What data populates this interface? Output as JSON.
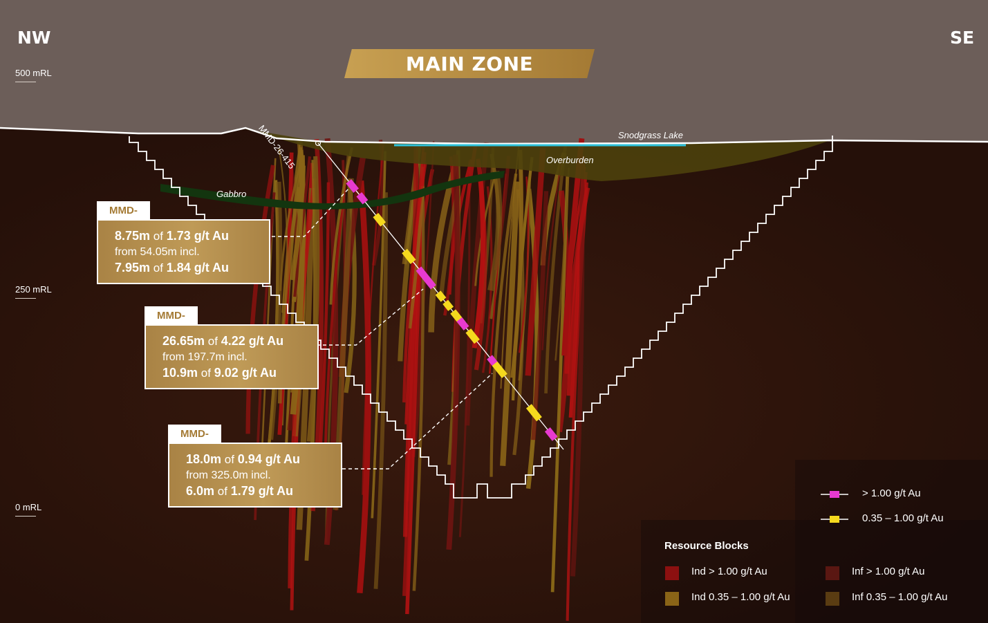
{
  "directions": {
    "left": "NW",
    "right": "SE"
  },
  "elevations": [
    "500 mRL",
    "250 mRL",
    "0 mRL"
  ],
  "title": "MAIN ZONE",
  "hole_label": "MMD-26-415",
  "surface_labels": {
    "lake": "Snodgrass Lake",
    "overburden": "Overburden",
    "gabbro": "Gabbro"
  },
  "intercepts": [
    {
      "hole": "MMD-26-415",
      "len1": "8.75m",
      "grade1": "1.73 g/t Au",
      "from": "from 54.05m incl.",
      "len2": "7.95m",
      "grade2": "1.84 g/t Au"
    },
    {
      "hole": "MMD-26-415",
      "len1": "26.65m",
      "grade1": "4.22 g/t Au",
      "from": "from 197.7m incl.",
      "len2": "10.9m",
      "grade2": "9.02 g/t Au"
    },
    {
      "hole": "MMD-26-415",
      "len1": "18.0m",
      "grade1": "0.94 g/t Au",
      "from": "from 325.0m incl.",
      "len2": "6.0m",
      "grade2": "1.79 g/t Au"
    }
  ],
  "of_word": "of",
  "drill_legend": [
    {
      "label": "> 1.00 g/t Au",
      "color": "#e83ad0"
    },
    {
      "label": "0.35 – 1.00 g/t Au",
      "color": "#f5d91e"
    }
  ],
  "resource_legend": {
    "title": "Resource Blocks",
    "items": [
      {
        "label": "Ind > 1.00 g/t Au",
        "color": "#8c1010"
      },
      {
        "label": "Inf > 1.00 g/t Au",
        "color": "#5a1712"
      },
      {
        "label": "Ind 0.35 – 1.00 g/t Au",
        "color": "#8a6417"
      },
      {
        "label": "Inf 0.35 – 1.00 g/t Au",
        "color": "#5a3c12"
      }
    ]
  },
  "colors": {
    "sky": "#6c5e59",
    "ground": "#2e130c",
    "overburden": "#4d410c",
    "gabbro": "#13350f",
    "lake": "#2ec3dc",
    "card_gold": "#b48e4b"
  }
}
